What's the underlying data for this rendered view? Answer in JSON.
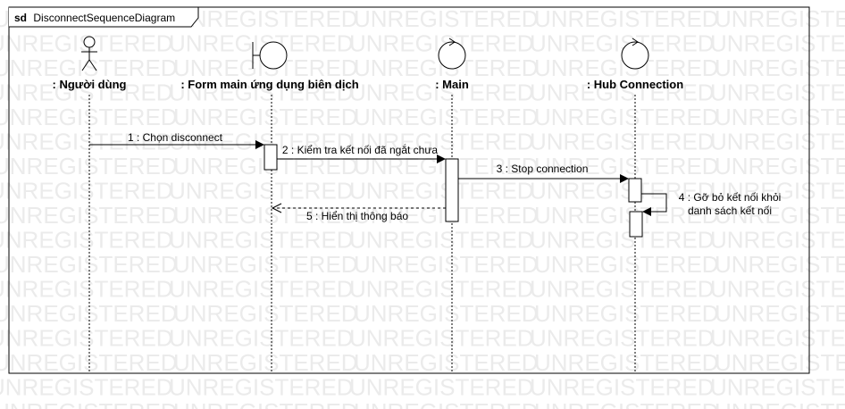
{
  "diagram": {
    "frame_keyword": "sd",
    "frame_name": "DisconnectSequenceDiagram",
    "watermark": "UNREGISTERED",
    "lifelines": [
      {
        "id": "user",
        "label": ": Người dùng",
        "kind": "actor"
      },
      {
        "id": "form",
        "label": ": Form main ứng dụng biên dịch",
        "kind": "boundary"
      },
      {
        "id": "main",
        "label": ": Main",
        "kind": "control"
      },
      {
        "id": "hub",
        "label": ": Hub Connection",
        "kind": "control"
      }
    ],
    "messages": [
      {
        "id": "m1",
        "label": "1 : Chọn disconnect",
        "from": "user",
        "to": "form",
        "style": "sync"
      },
      {
        "id": "m2",
        "label": "2 : Kiểm tra kết nối đã ngắt chưa",
        "from": "form",
        "to": "main",
        "style": "sync"
      },
      {
        "id": "m3",
        "label": "3 : Stop connection",
        "from": "main",
        "to": "hub",
        "style": "sync"
      },
      {
        "id": "m4",
        "label_line1": "4 : Gỡ bỏ kết nối khỏi",
        "label_line2": "danh sách kết nối",
        "from": "hub",
        "to": "hub",
        "style": "self"
      },
      {
        "id": "m5",
        "label": "5 : Hiển thị thông báo",
        "from": "main",
        "to": "form",
        "style": "return"
      }
    ]
  }
}
